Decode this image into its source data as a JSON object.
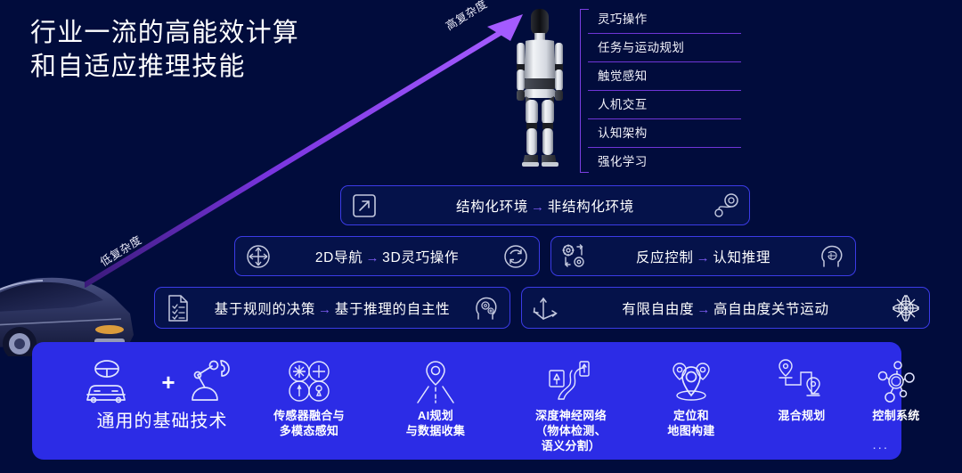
{
  "slide": {
    "title": "行业一流的高能效计算\n和自适应推理技能",
    "background_color": "#010c3c",
    "accent_color": "#2c2ce6",
    "arrow_color": "#9a4ff0"
  },
  "axis": {
    "high_label": "高复杂度",
    "low_label": "低复杂度"
  },
  "robot": {
    "name": "humanoid-robot"
  },
  "vehicle": {
    "name": "autonomous-car"
  },
  "capabilities": [
    {
      "label": "灵巧操作"
    },
    {
      "label": "任务与运动规划"
    },
    {
      "label": "触觉感知"
    },
    {
      "label": "人机交互"
    },
    {
      "label": "认知架构"
    },
    {
      "label": "强化学习"
    }
  ],
  "transitions": [
    {
      "id": "env",
      "from": "结构化环境",
      "arrow": "→",
      "to": "非结构化环境",
      "icon_left": "arrow-up-right-box-icon",
      "icon_right": "path-loop-icon"
    },
    {
      "id": "nav",
      "from": "2D导航",
      "arrow": "→",
      "to": "3D灵巧操作",
      "icon_left": "four-way-move-icon",
      "icon_right": "refresh-cycle-icon"
    },
    {
      "id": "ctrl",
      "from": "反应控制",
      "arrow": "→",
      "to": "认知推理",
      "icon_left": "gears-loop-icon",
      "icon_right": "head-brain-icon"
    },
    {
      "id": "rule",
      "from": "基于规则的决策",
      "arrow": "→",
      "to": "基于推理的自主性",
      "icon_left": "checklist-document-icon",
      "icon_right": "head-gears-icon"
    },
    {
      "id": "dof",
      "from": "有限自由度",
      "arrow": "→",
      "to": "高自由度关节运动",
      "icon_left": "axes-3d-icon",
      "icon_right": "joint-sphere-icon"
    }
  ],
  "foundation": {
    "ellipsis": "...",
    "items": [
      {
        "label": "通用的基础技术",
        "icon": "car-plus-robot-arm-icon"
      },
      {
        "label": "传感器融合与\n多模态感知",
        "icon": "sensor-fusion-icon"
      },
      {
        "label": "AI规划\n与数据收集",
        "icon": "pin-road-icon"
      },
      {
        "label": "深度神经网络\n（物体检测、\n语义分割）",
        "icon": "road-detection-icon"
      },
      {
        "label": "定位和\n地图构建",
        "icon": "localization-pins-icon"
      },
      {
        "label": "混合规划",
        "icon": "hybrid-path-icon"
      },
      {
        "label": "控制系统",
        "icon": "control-network-icon"
      }
    ]
  }
}
